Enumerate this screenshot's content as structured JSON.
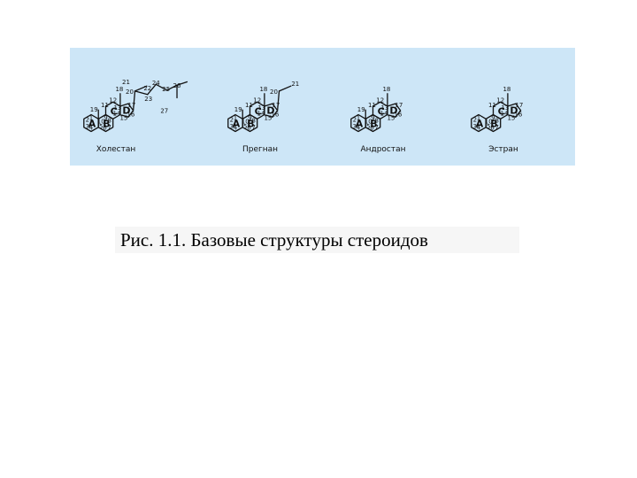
{
  "colors": {
    "panel_background": "#cde6f7",
    "caption_background": "#f6f6f6",
    "ink": "#111111"
  },
  "figure": {
    "molecules": [
      {
        "name": "Холестан",
        "ring_labels": [
          "A",
          "B",
          "C",
          "D"
        ],
        "atom_numbers": [
          "1",
          "2",
          "3",
          "4",
          "5",
          "6",
          "7",
          "8",
          "9",
          "10",
          "11",
          "12",
          "13",
          "14",
          "15",
          "16",
          "17",
          "18",
          "19",
          "20",
          "21",
          "22",
          "23",
          "24",
          "25",
          "26",
          "27"
        ]
      },
      {
        "name": "Прегнан",
        "ring_labels": [
          "A",
          "B",
          "C",
          "D"
        ],
        "atom_numbers": [
          "1",
          "2",
          "3",
          "4",
          "5",
          "6",
          "7",
          "8",
          "9",
          "10",
          "11",
          "12",
          "13",
          "14",
          "15",
          "16",
          "17",
          "18",
          "19",
          "20",
          "21"
        ]
      },
      {
        "name": "Андростан",
        "ring_labels": [
          "A",
          "B",
          "C",
          "D"
        ],
        "atom_numbers": [
          "1",
          "2",
          "3",
          "4",
          "5",
          "6",
          "7",
          "8",
          "9",
          "10",
          "11",
          "12",
          "13",
          "14",
          "15",
          "16",
          "17",
          "18",
          "19"
        ]
      },
      {
        "name": "Эстран",
        "ring_labels": [
          "A",
          "B",
          "C",
          "D"
        ],
        "atom_numbers": [
          "1",
          "2",
          "3",
          "4",
          "5",
          "6",
          "7",
          "8",
          "9",
          "10",
          "11",
          "12",
          "13",
          "14",
          "15",
          "16",
          "17",
          "18"
        ]
      }
    ]
  },
  "caption": {
    "text": "Рис. 1.1. Базовые структуры стероидов"
  }
}
